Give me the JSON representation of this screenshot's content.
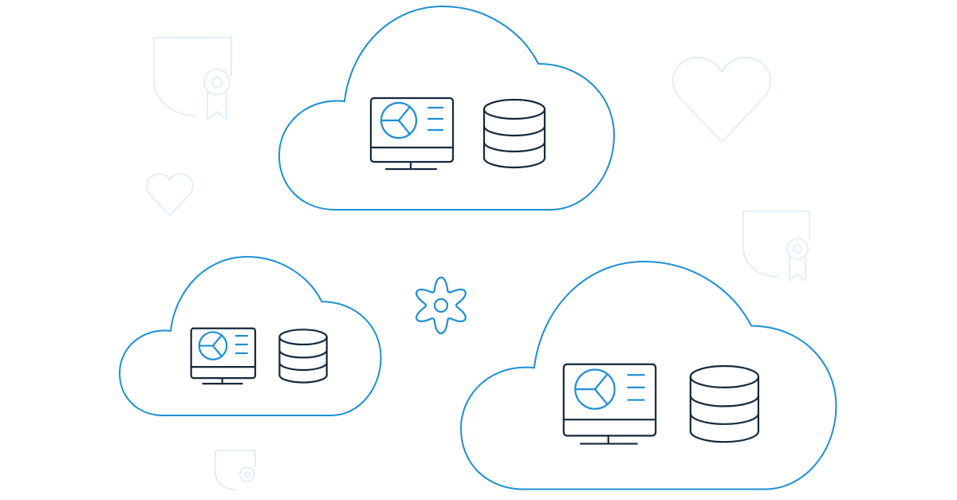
{
  "colors": {
    "cloud": "#1e8fd5",
    "icon_dark": "#13293d",
    "accent": "#1e8fd5",
    "background_icons": "#e3eff7"
  },
  "clouds": [
    {
      "name": "top",
      "icons": [
        "monitor-pie-chart-icon",
        "database-icon"
      ]
    },
    {
      "name": "bottom-left",
      "icons": [
        "monitor-pie-chart-icon",
        "database-icon"
      ]
    },
    {
      "name": "bottom-right",
      "icons": [
        "monitor-pie-chart-icon",
        "database-icon"
      ]
    }
  ],
  "decorations": [
    "award-shield-icon",
    "heart-icon",
    "gear-icon"
  ]
}
